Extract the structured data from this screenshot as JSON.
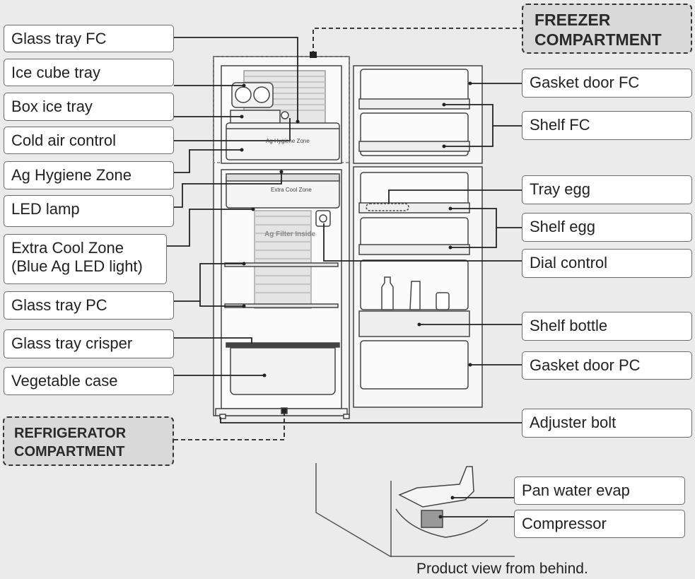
{
  "labels_left": [
    "Glass tray FC",
    "Ice cube tray",
    "Box ice tray",
    "Cold air control",
    "Ag Hygiene Zone",
    "LED lamp",
    "Extra Cool Zone",
    "(Blue Ag LED light)",
    "Glass tray PC",
    "Glass tray crisper",
    "Vegetable case"
  ],
  "labels_right": [
    "Gasket door FC",
    "Shelf FC",
    "Tray egg",
    "Shelf egg",
    "Dial control",
    "Shelf bottle",
    "Gasket door PC",
    "Adjuster bolt",
    "Pan water evap",
    "Compressor"
  ],
  "compartments": {
    "freezer_line1": "FREEZER",
    "freezer_line2": "COMPARTMENT",
    "refrigerator_line1": "REFRIGERATOR",
    "refrigerator_line2": "COMPARTMENT"
  },
  "inner_text": {
    "ag_hygiene": "Ag Hygiene Zone",
    "extra_cool": "Extra Cool Zone",
    "ag_filter": "Ag Filter Inside"
  },
  "caption": "Product view from behind."
}
